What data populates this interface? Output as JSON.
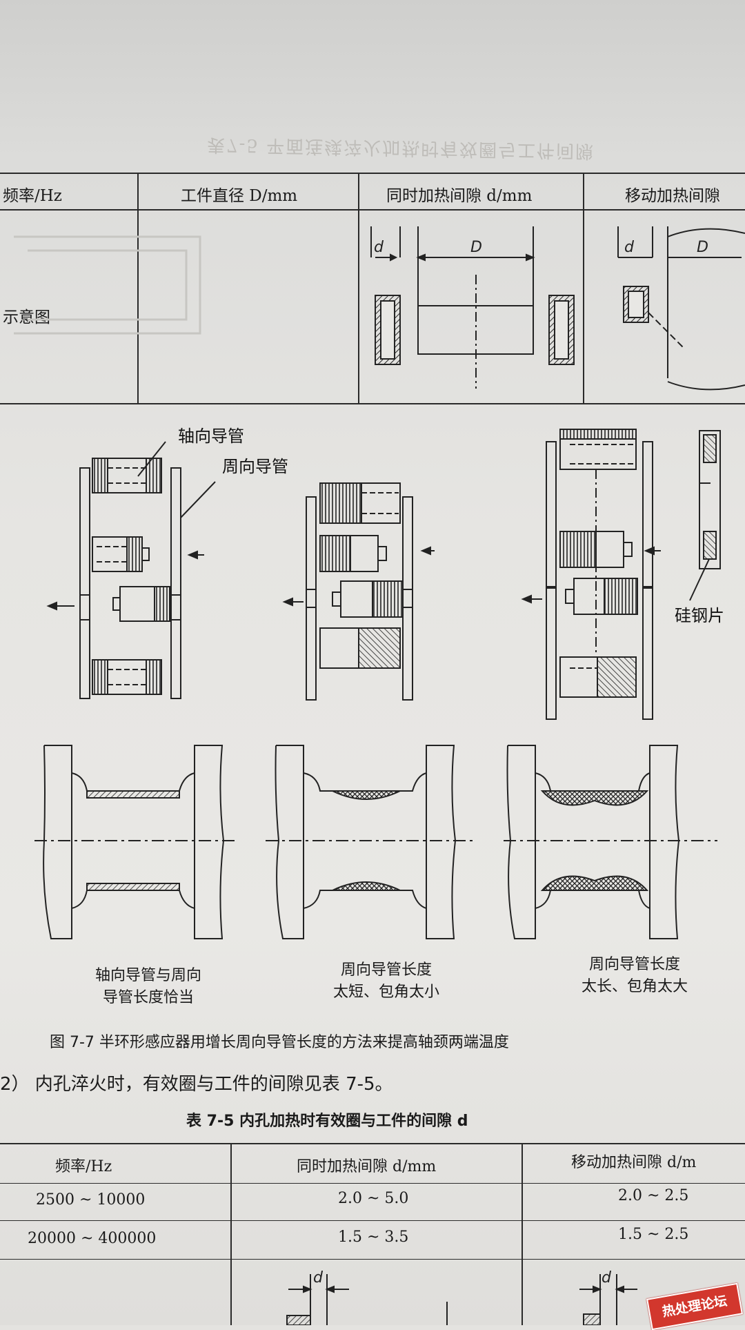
{
  "ghost_text": "表7-5 平面连续淬火加热时有效圈与工件间隙",
  "top_table": {
    "headers": [
      "频率/Hz",
      "工件直径 D/mm",
      "同时加热间隙 d/mm",
      "移动加热间隙"
    ],
    "row_label": "示意图"
  },
  "figure": {
    "labels": {
      "axial_tube": "轴向导管",
      "circ_tube": "周向导管",
      "silicon_steel": "硅钢片"
    },
    "captions": [
      {
        "line1": "轴向导管与周向",
        "line2": "导管长度恰当"
      },
      {
        "line1": "周向导管长度",
        "line2": "太短、包角太小"
      },
      {
        "line1": "周向导管长度",
        "line2": "太长、包角太大"
      }
    ],
    "title": "图 7-7   半环形感应器用增长周向导管长度的方法来提高轴颈两端温度"
  },
  "paragraph": "2） 内孔淬火时，有效圈与工件的间隙见表 7-5。",
  "table_7_5": {
    "title": "表 7-5   内孔加热时有效圈与工件的间隙 d",
    "headers": [
      "频率/Hz",
      "同时加热间隙 d/mm",
      "移动加热间隙 d/m"
    ],
    "rows": [
      [
        "2500 ~ 10000",
        "2.0 ~ 5.0",
        "2.0 ~ 2.5"
      ],
      [
        "20000 ~ 400000",
        "1.5 ~ 3.5",
        "1.5 ~ 2.5"
      ]
    ]
  },
  "watermark": "热处理论坛"
}
